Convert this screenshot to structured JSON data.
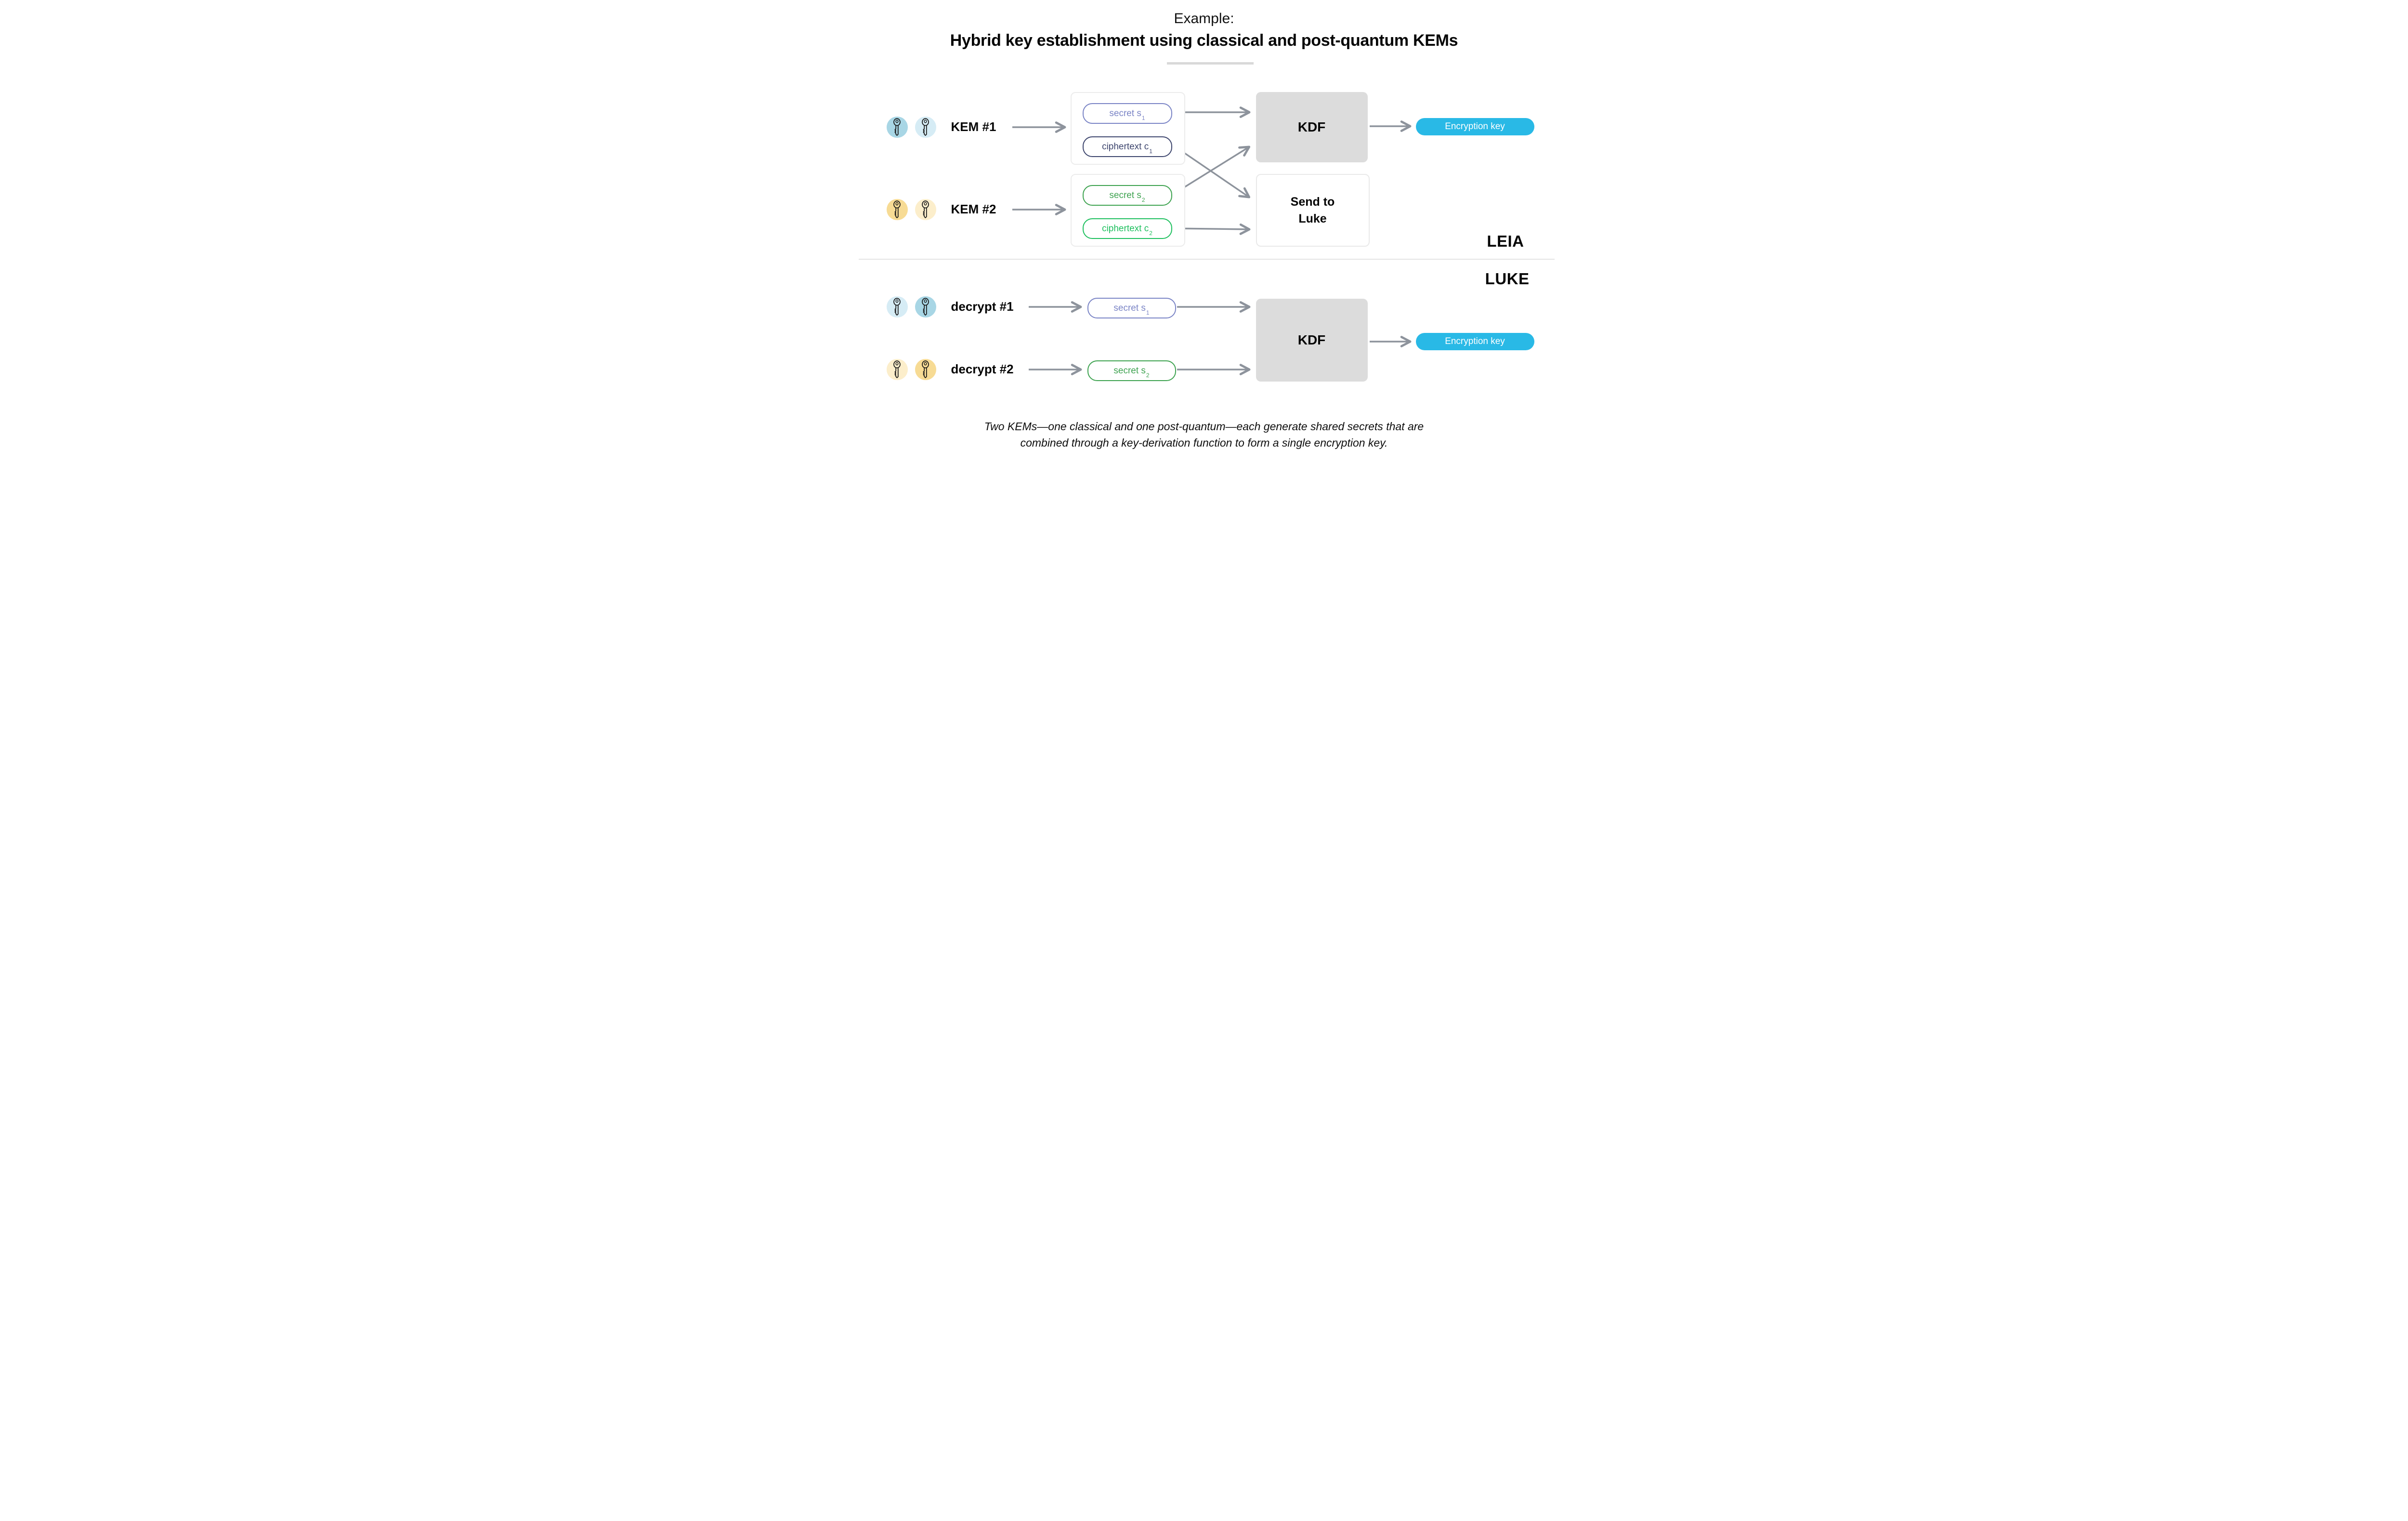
{
  "header": {
    "eyebrow": "Example:",
    "title": "Hybrid key establishment using classical and post-quantum KEMs"
  },
  "actors": {
    "top": "LEIA",
    "bottom": "LUKE"
  },
  "top": {
    "rows": [
      {
        "label": "KEM #1"
      },
      {
        "label": "KEM #2"
      }
    ],
    "kem1_outputs": {
      "secret": {
        "text": "secret s",
        "sub": "1"
      },
      "ciphertext": {
        "text": "ciphertext c",
        "sub": "1"
      }
    },
    "kem2_outputs": {
      "secret": {
        "text": "secret s",
        "sub": "2"
      },
      "ciphertext": {
        "text": "ciphertext c",
        "sub": "2"
      }
    },
    "kdf": "KDF",
    "send": {
      "line1": "Send to",
      "line2": "Luke"
    },
    "encryption_key": "Encryption key"
  },
  "bottom": {
    "rows": [
      {
        "label": "decrypt #1"
      },
      {
        "label": "decrypt #2"
      }
    ],
    "secret1": {
      "text": "secret s",
      "sub": "1"
    },
    "secret2": {
      "text": "secret s",
      "sub": "2"
    },
    "kdf": "KDF",
    "encryption_key": "Encryption key"
  },
  "caption": {
    "line1": "Two KEMs—one classical and one post-quantum—each generate shared secrets that are",
    "line2": "combined through a key-derivation function to form a single encryption key."
  },
  "colors": {
    "accent_cyan": "#29b9e6",
    "periwinkle": "#7b85c6",
    "navy": "#3e466e",
    "green": "#3fa351",
    "bright_green": "#1fc05f",
    "arrow_gray": "#8d939c",
    "kdf_fill": "#dcdcdc",
    "key_blue_dark": "#a8d6e5",
    "key_blue_light": "#d6ecf5",
    "key_yellow_dark": "#f7db94",
    "key_yellow_light": "#fceecb"
  }
}
